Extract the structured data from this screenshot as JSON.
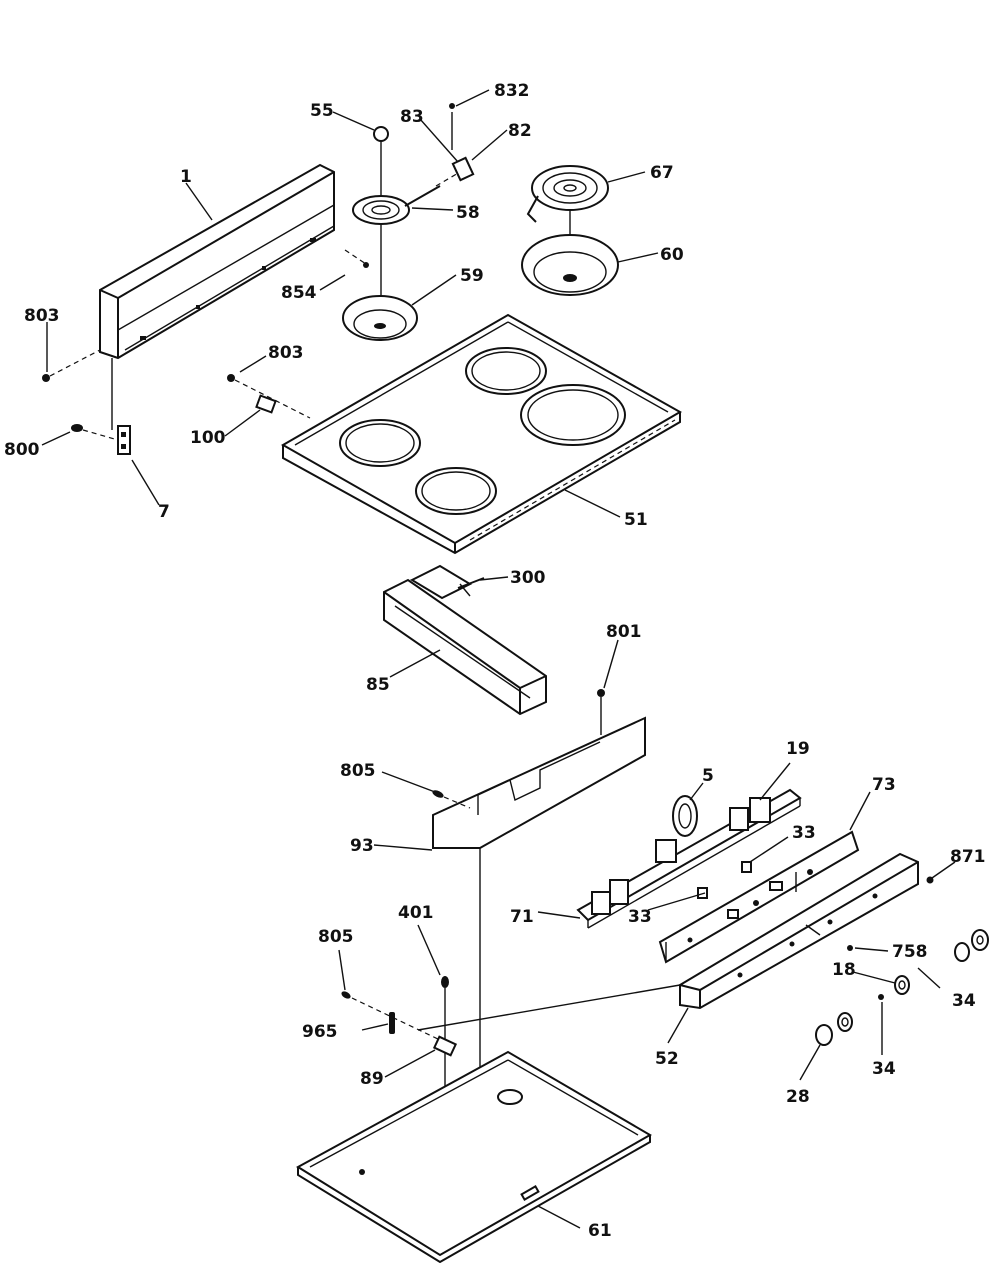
{
  "diagram": {
    "callouts": {
      "c1": "1",
      "c803a": "803",
      "c800": "800",
      "c7": "7",
      "c55": "55",
      "c83": "83",
      "c832": "832",
      "c82": "82",
      "c58": "58",
      "c67": "67",
      "c60": "60",
      "c854": "854",
      "c59": "59",
      "c803b": "803",
      "c100": "100",
      "c51": "51",
      "c300": "300",
      "c85": "85",
      "c801": "801",
      "c805a": "805",
      "c93": "93",
      "c5": "5",
      "c19": "19",
      "c73": "73",
      "c33a": "33",
      "c33b": "33",
      "c71": "71",
      "c871": "871",
      "c401": "401",
      "c805b": "805",
      "c965": "965",
      "c89": "89",
      "c758": "758",
      "c18": "18",
      "c34a": "34",
      "c34b": "34",
      "c52": "52",
      "c28": "28",
      "c61": "61"
    }
  }
}
